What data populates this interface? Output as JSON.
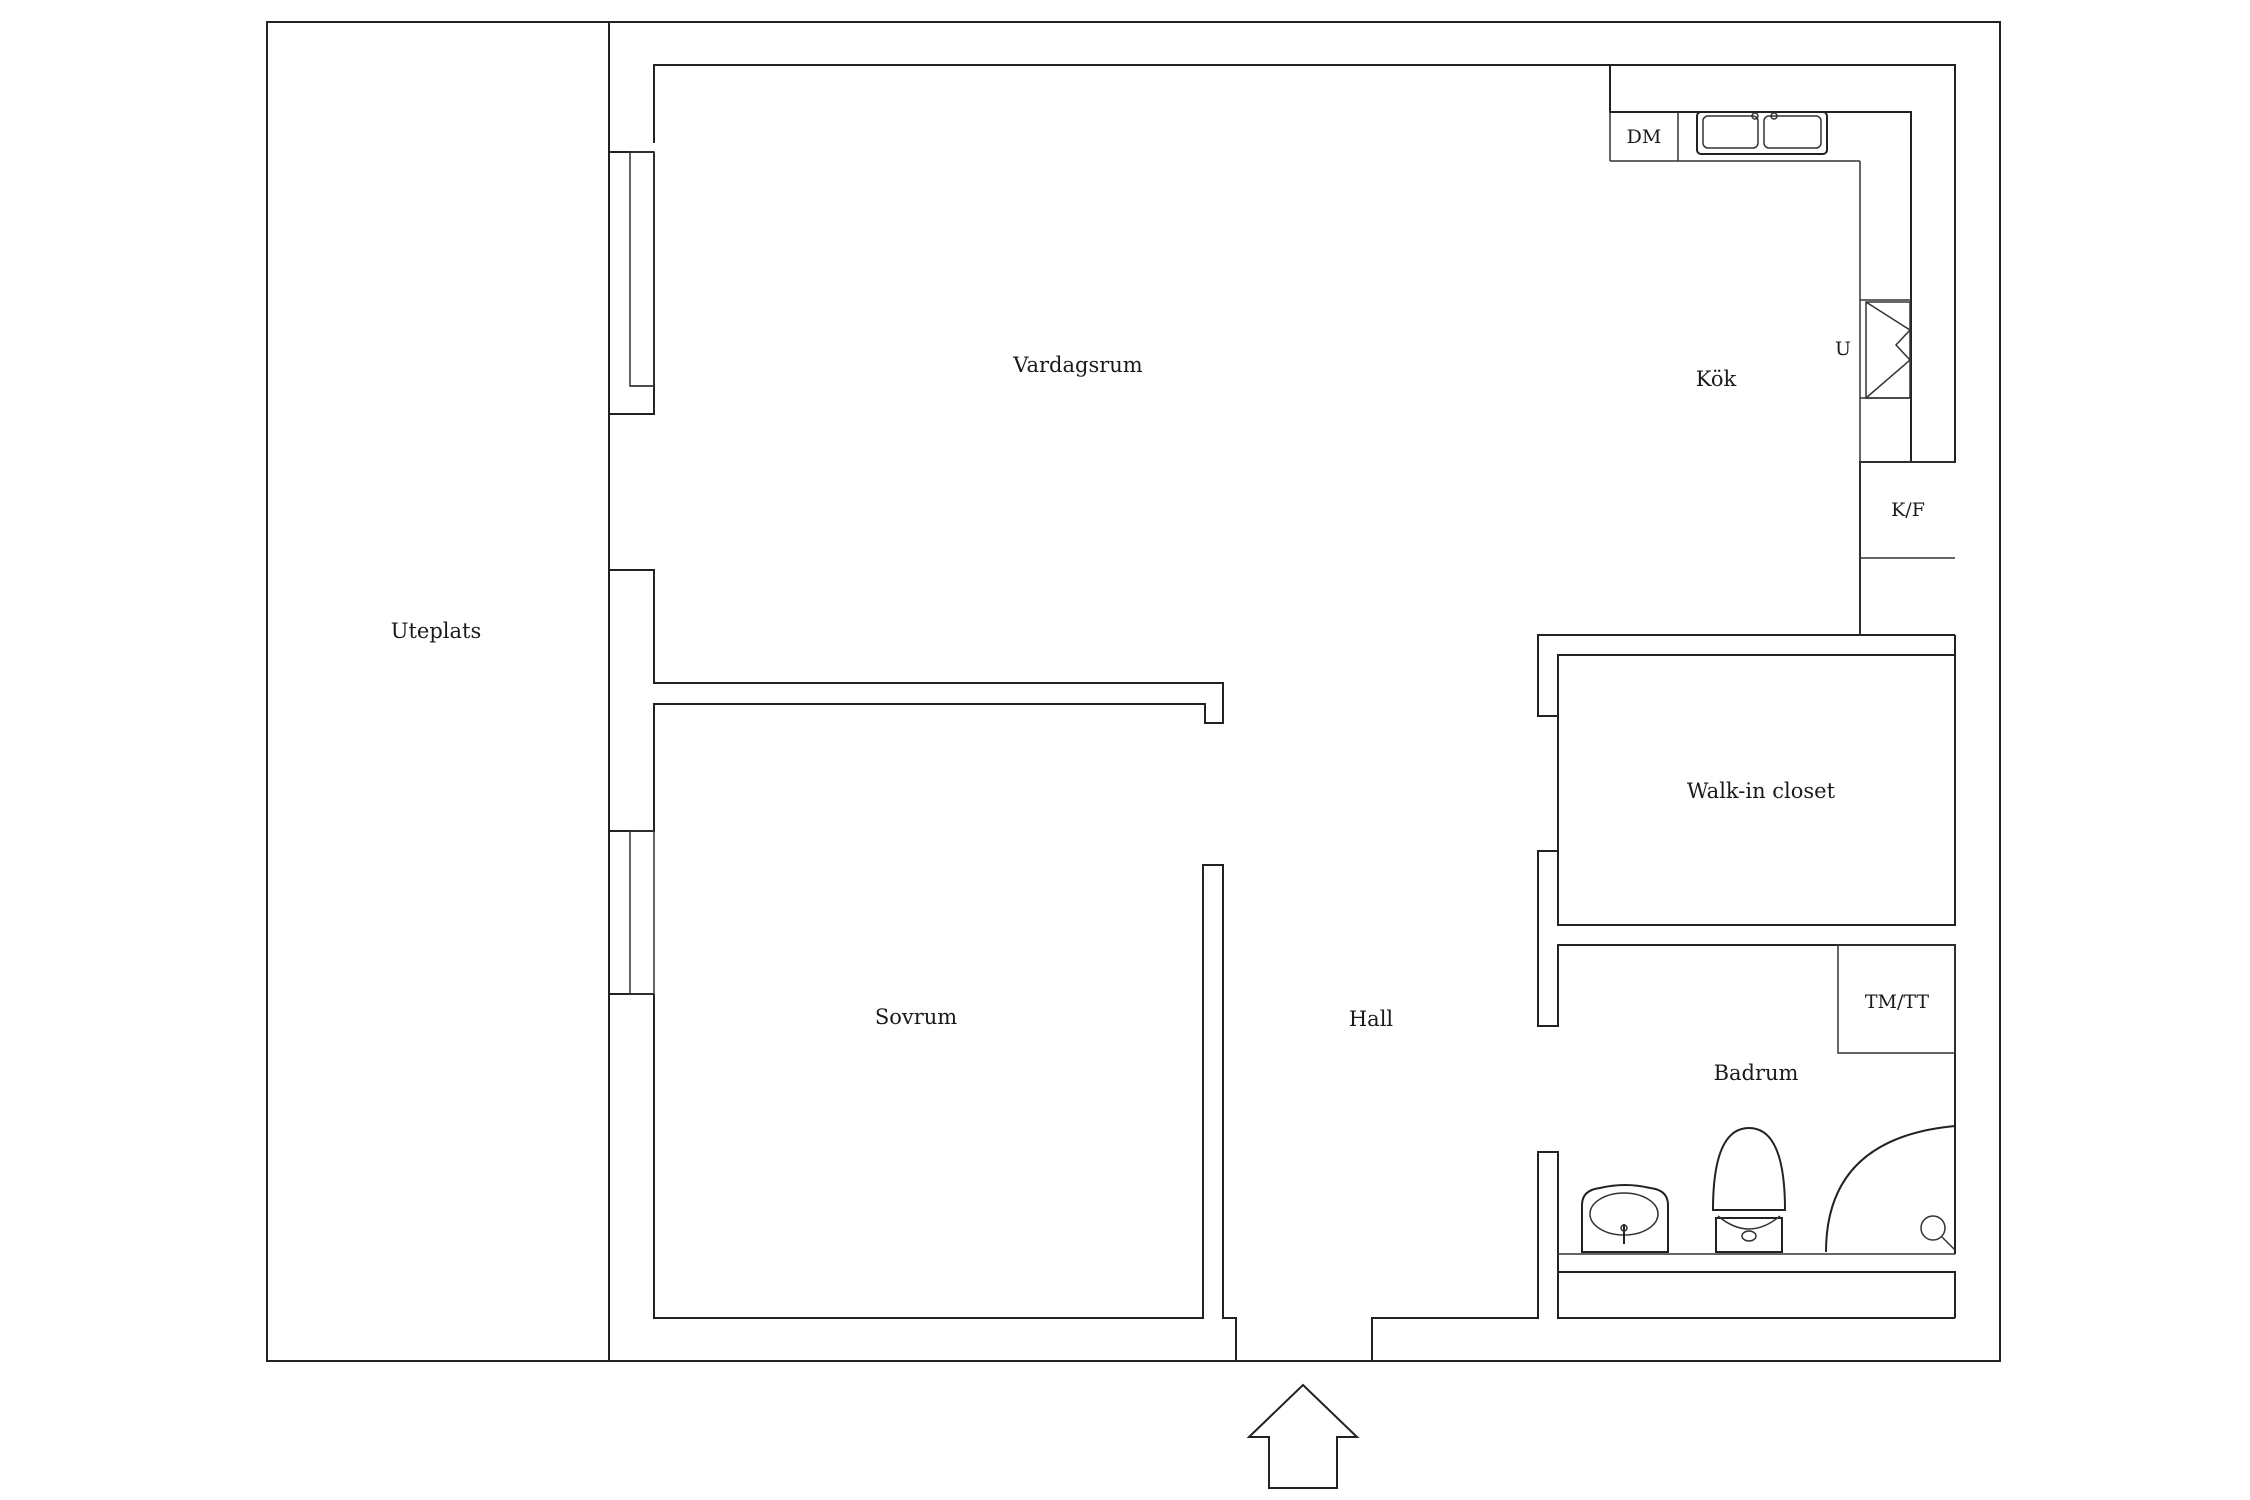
{
  "rooms": {
    "uteplats": "Uteplats",
    "vardagsrum": "Vardagsrum",
    "kok": "Kök",
    "sovrum": "Sovrum",
    "hall": "Hall",
    "walk_in_closet": "Walk-in closet",
    "badrum": "Badrum"
  },
  "fixtures": {
    "dishwasher": "DM",
    "oven": "U",
    "fridge_freezer": "K/F",
    "washer_dryer": "TM/TT"
  },
  "colors": {
    "line": "#222222",
    "background": "#ffffff"
  }
}
